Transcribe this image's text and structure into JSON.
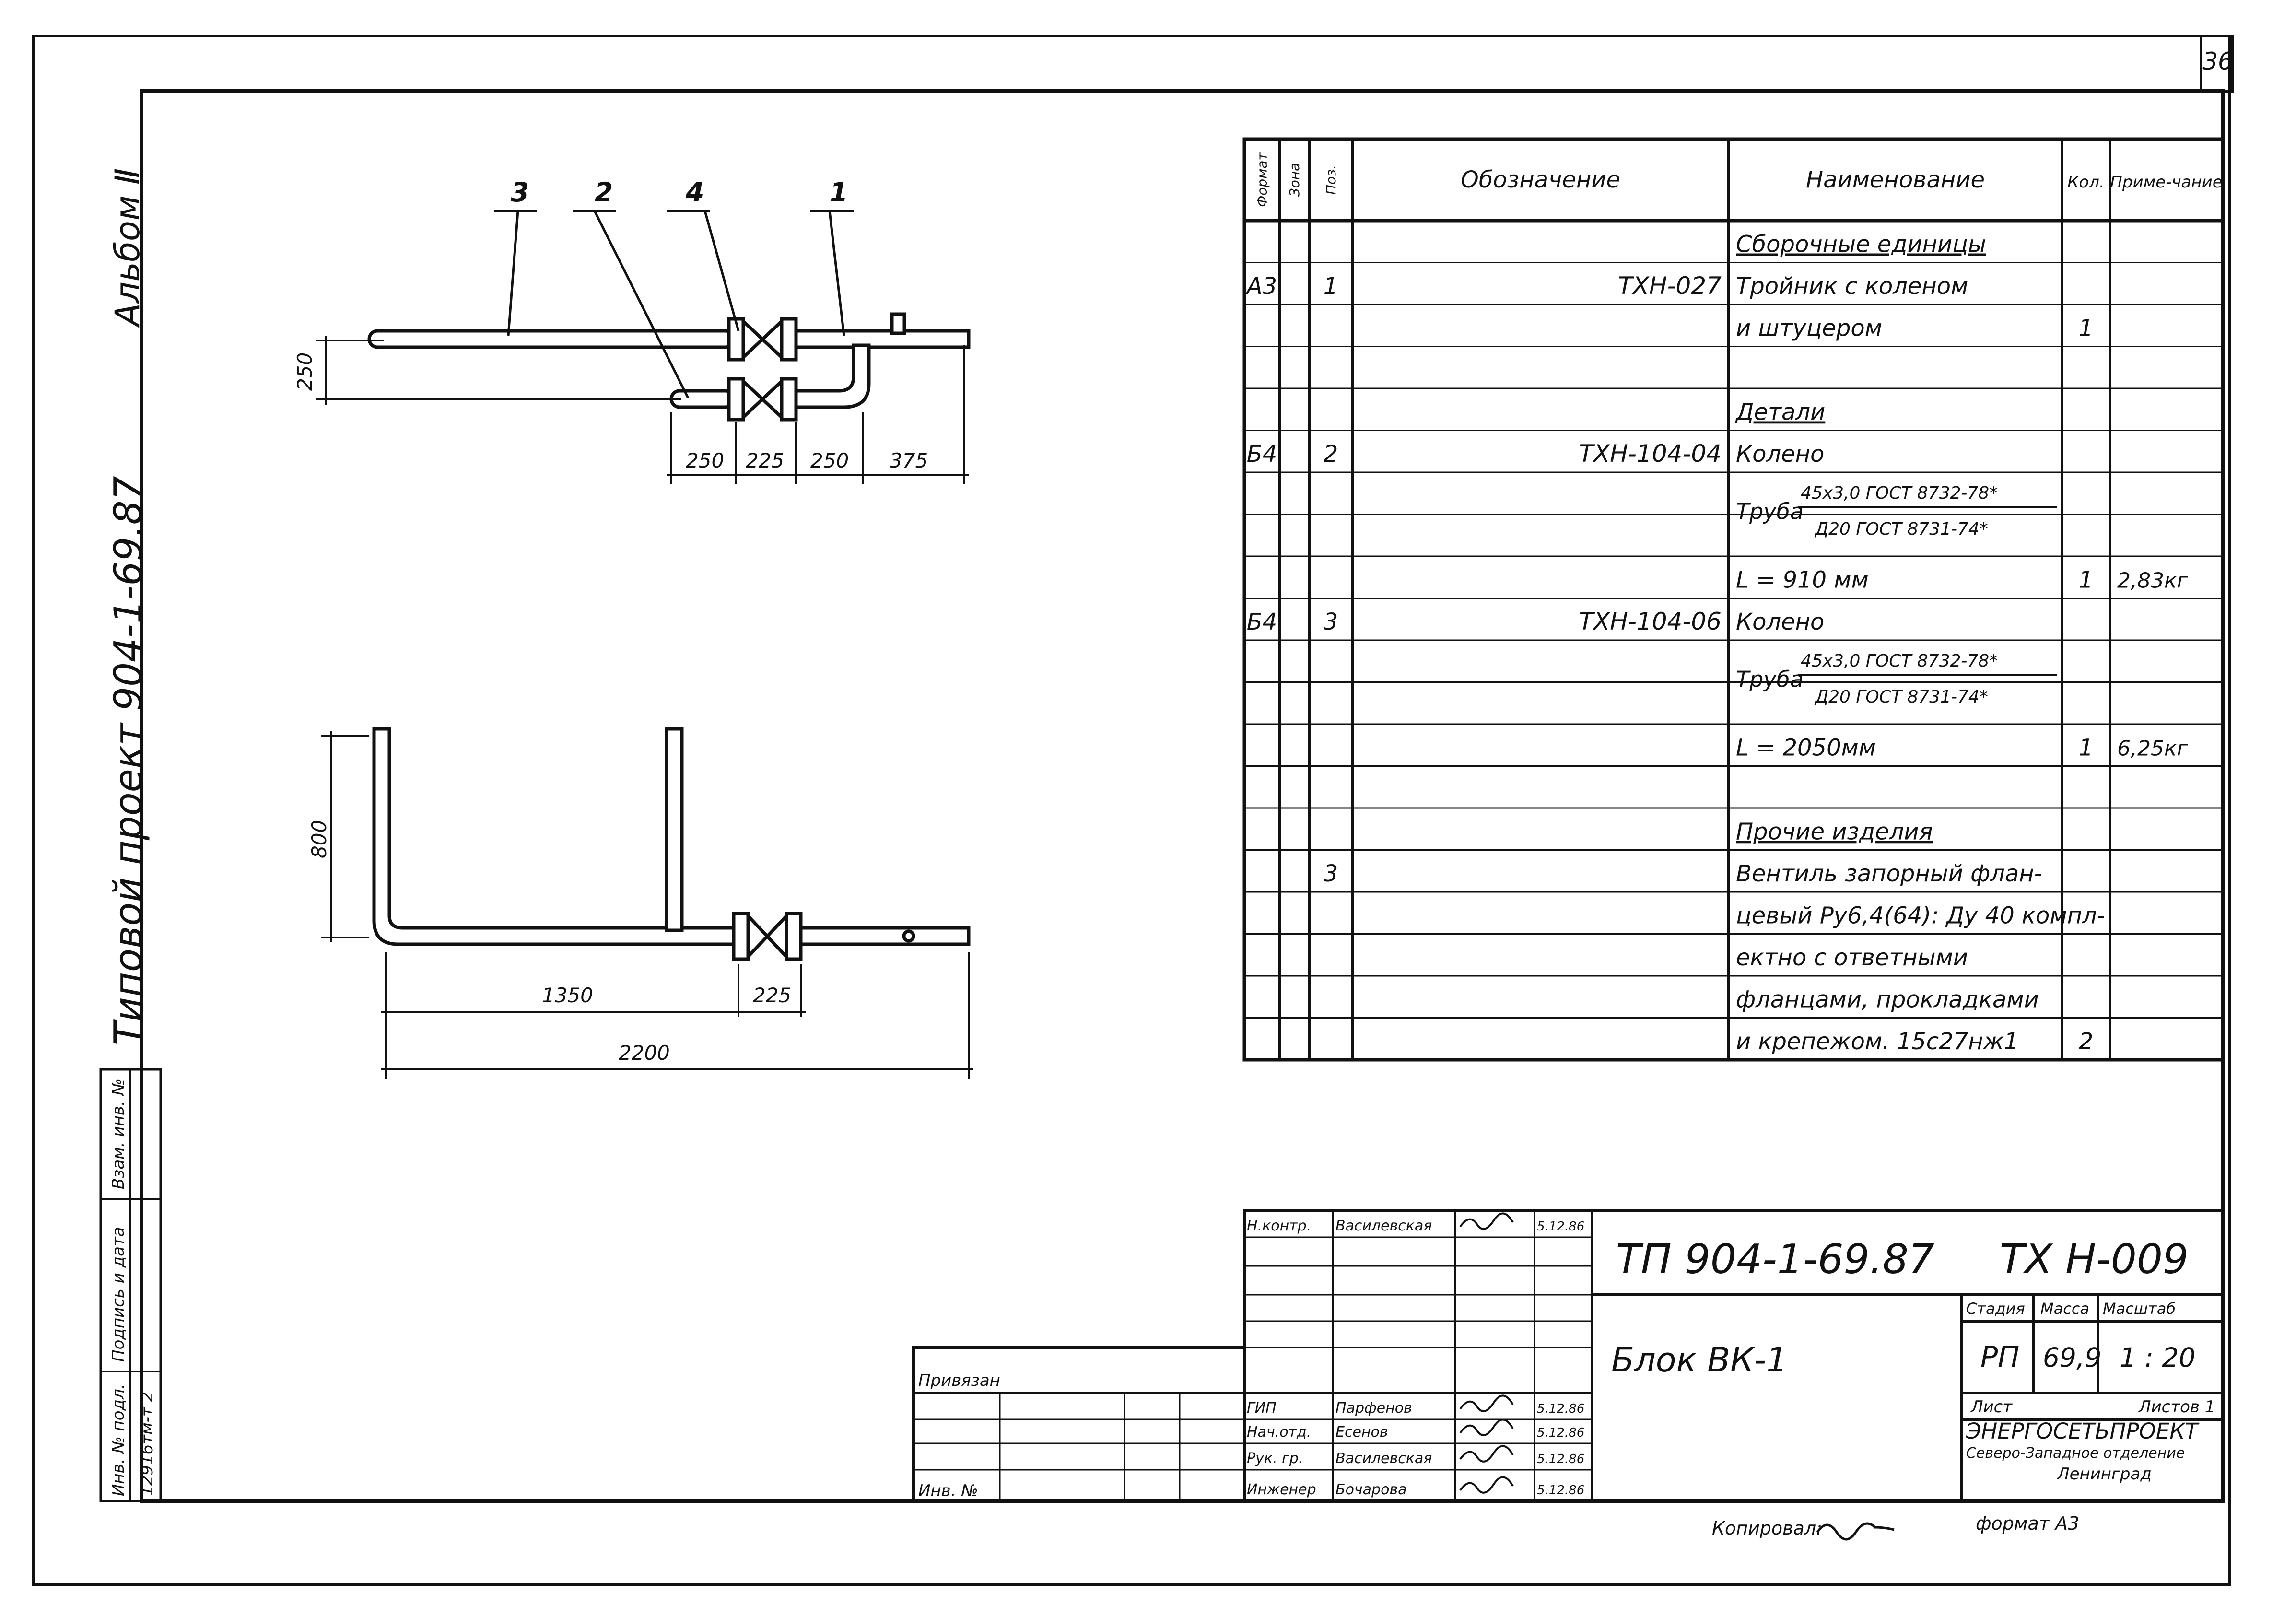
{
  "sheet_number": "36",
  "album": "Альбом Ⅱ",
  "project": "Типовой проект  904-1-69.87",
  "views": {
    "top": {
      "callouts": [
        "3",
        "2",
        "4",
        "1"
      ],
      "dims": [
        "250",
        "225",
        "250",
        "375"
      ],
      "height_dim": "250"
    },
    "front": {
      "height_dim": "800",
      "dims": [
        "1350",
        "225",
        "2200"
      ]
    }
  },
  "spec": {
    "headers": [
      "Формат",
      "Зона",
      "Поз.",
      "Обозначение",
      "Наименование",
      "Кол.",
      "Приме-чание"
    ],
    "rows": [
      {
        "fmt": "",
        "zone": "",
        "pos": "",
        "code": "",
        "name": "Сборочные единицы",
        "qty": "",
        "note": "",
        "underline": true
      },
      {
        "fmt": "А3",
        "zone": "",
        "pos": "1",
        "code": "ТХН-027",
        "name": "Тройник с коленом",
        "qty": "",
        "note": ""
      },
      {
        "fmt": "",
        "zone": "",
        "pos": "",
        "code": "",
        "name": "и штуцером",
        "qty": "1",
        "note": ""
      },
      {
        "fmt": "",
        "zone": "",
        "pos": "",
        "code": "",
        "name": "",
        "qty": "",
        "note": ""
      },
      {
        "fmt": "",
        "zone": "",
        "pos": "",
        "code": "",
        "name": "Детали",
        "qty": "",
        "note": "",
        "underline": true
      },
      {
        "fmt": "Б4",
        "zone": "",
        "pos": "2",
        "code": "ТХН-104-04",
        "name": "Колено",
        "qty": "",
        "note": ""
      },
      {
        "fmt": "",
        "zone": "",
        "pos": "",
        "code": "",
        "name": "",
        "qty": "",
        "note": "",
        "pipe": {
          "label": "Труба",
          "top": "45х3,0 ГОСТ 8732-78*",
          "bottom": "Д20 ГОСТ 8731-74*"
        }
      },
      {
        "fmt": "",
        "zone": "",
        "pos": "",
        "code": "",
        "name": "",
        "qty": "",
        "note": ""
      },
      {
        "fmt": "",
        "zone": "",
        "pos": "",
        "code": "",
        "name": "L = 910 мм",
        "qty": "1",
        "note": "2,83кг"
      },
      {
        "fmt": "Б4",
        "zone": "",
        "pos": "3",
        "code": "ТХН-104-06",
        "name": "Колено",
        "qty": "",
        "note": ""
      },
      {
        "fmt": "",
        "zone": "",
        "pos": "",
        "code": "",
        "name": "",
        "qty": "",
        "note": "",
        "pipe": {
          "label": "Труба",
          "top": "45х3,0 ГОСТ 8732-78*",
          "bottom": "Д20 ГОСТ 8731-74*"
        }
      },
      {
        "fmt": "",
        "zone": "",
        "pos": "",
        "code": "",
        "name": "",
        "qty": "",
        "note": ""
      },
      {
        "fmt": "",
        "zone": "",
        "pos": "",
        "code": "",
        "name": "L = 2050мм",
        "qty": "1",
        "note": "6,25кг"
      },
      {
        "fmt": "",
        "zone": "",
        "pos": "",
        "code": "",
        "name": "",
        "qty": "",
        "note": ""
      },
      {
        "fmt": "",
        "zone": "",
        "pos": "",
        "code": "",
        "name": "Прочие изделия",
        "qty": "",
        "note": "",
        "underline": true
      },
      {
        "fmt": "",
        "zone": "",
        "pos": "3",
        "code": "",
        "name": "Вентиль запорный флан-",
        "qty": "",
        "note": ""
      },
      {
        "fmt": "",
        "zone": "",
        "pos": "",
        "code": "",
        "name": "цевый Ру6,4(64): Ду 40 компл-",
        "qty": "",
        "note": ""
      },
      {
        "fmt": "",
        "zone": "",
        "pos": "",
        "code": "",
        "name": "ектно с ответными",
        "qty": "",
        "note": ""
      },
      {
        "fmt": "",
        "zone": "",
        "pos": "",
        "code": "",
        "name": "фланцами, прокладками",
        "qty": "",
        "note": ""
      },
      {
        "fmt": "",
        "zone": "",
        "pos": "",
        "code": "",
        "name": "и крепежом. 15с27нж1",
        "qty": "2",
        "note": ""
      }
    ]
  },
  "title_block": {
    "doc_code": "ТП  904-1-69.87",
    "doc_code2": "ТХ Н-009",
    "title": "Блок ВК-1",
    "stage_label": "Стадия",
    "mass_label": "Масса",
    "scale_label": "Масштаб",
    "stage": "РП",
    "mass": "69,9",
    "scale": "1 : 20",
    "sheet_label": "Лист",
    "sheets_label": "Листов 1",
    "org1": "ЭНЕРГОСЕТЬПРОЕКТ",
    "org2": "Северо-Западное отделение",
    "org3": "Ленинград",
    "signers": [
      {
        "role": "Н.контр.",
        "name": "Василевская",
        "date": "5.12.86"
      },
      {
        "role": "",
        "name": "",
        "date": ""
      },
      {
        "role": "",
        "name": "",
        "date": ""
      },
      {
        "role": "",
        "name": "",
        "date": ""
      },
      {
        "role": "ГИП",
        "name": "Парфенов",
        "date": "5.12.86"
      },
      {
        "role": "Нач.отд.",
        "name": "Есенов",
        "date": "5.12.86"
      },
      {
        "role": "Рук. гр.",
        "name": "Василевская",
        "date": "5.12.86"
      },
      {
        "role": "Инженер",
        "name": "Бочарова",
        "date": "5.12.86"
      }
    ],
    "privyazan": "Привязан",
    "inv_label": "Инв. №",
    "copied": "Копировал:",
    "format": "формат А3"
  },
  "side_stamp": {
    "inv_podl": "Инв. № подл.",
    "podpis": "Подпись и дата",
    "vzam": "Взам. инв. №",
    "inv_value": "12916тм-т 2"
  }
}
